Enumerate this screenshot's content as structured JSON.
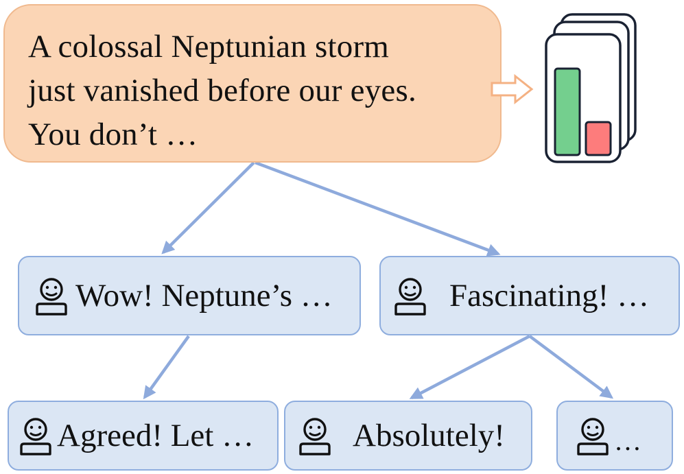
{
  "prompt": {
    "lines": [
      "A colossal Neptunian storm",
      "just vanished before our eyes.",
      "You don’t …"
    ]
  },
  "score_icon": {
    "icon": "ranking-cards-icon",
    "bar_colors": {
      "high": "#74cf8e",
      "low": "#fd7c7c"
    }
  },
  "transfer_arrow": {
    "icon": "hollow-right-arrow-icon",
    "color": "#f4b183"
  },
  "responses": {
    "left": {
      "icon": "agent-avatar-icon",
      "text": "Wow! Neptune’s …"
    },
    "right": {
      "icon": "agent-avatar-icon",
      "text": "Fascinating! …"
    },
    "left_child": {
      "icon": "agent-avatar-icon",
      "text": "Agreed! Let …"
    },
    "right_child_1": {
      "icon": "agent-avatar-icon",
      "text": "Absolutely!"
    },
    "right_child_2": {
      "icon": "agent-avatar-icon",
      "text": "…"
    }
  },
  "colors": {
    "prompt_fill": "#fbd5b5",
    "prompt_border": "#f0b98e",
    "node_fill": "#dbe6f4",
    "node_border": "#8eadde",
    "arrow": "#8eaadc"
  }
}
